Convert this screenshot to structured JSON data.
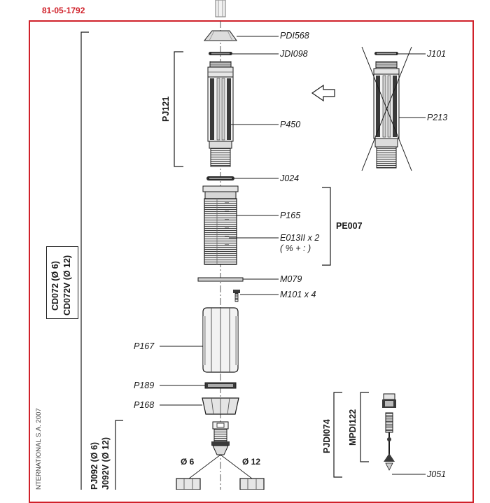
{
  "document_number": "81-05-1792",
  "parts": {
    "pdi568": "PDI568",
    "jdi098": "JDI098",
    "j101": "J101",
    "p450": "P450",
    "p213": "P213",
    "j024": "J024",
    "p165": "P165",
    "pe007": "PE007",
    "e013ii": "E013II x 2",
    "e013ii_sub": "( % + : )",
    "m079": "M079",
    "m101": "M101 x 4",
    "p167": "P167",
    "p189": "P189",
    "p168": "P168",
    "j051": "J051"
  },
  "groups": {
    "pj121": "PJ121",
    "cd072": "CD072 (Ø 6)",
    "cd072v": "CD072V (Ø 12)",
    "pj092": "PJ092 (Ø 6)",
    "pj092v": "J092V (Ø 12)",
    "pjdi074": "PJDI074",
    "mpdi122": "MPDI122",
    "copyright": "NTERNATIONAL S.A. 2007"
  },
  "diameters": {
    "d6": "Ø 6",
    "d12": "Ø 12"
  },
  "colors": {
    "frame": "#d0212a",
    "docnum": "#d0212a",
    "line": "#1a1a1a",
    "part_fill": "#e6e6e6",
    "part_dark": "#3a3a3a"
  },
  "icons": {
    "arrow": "hollow-arrow-left-icon",
    "cross": "crossed-out-x-icon"
  }
}
